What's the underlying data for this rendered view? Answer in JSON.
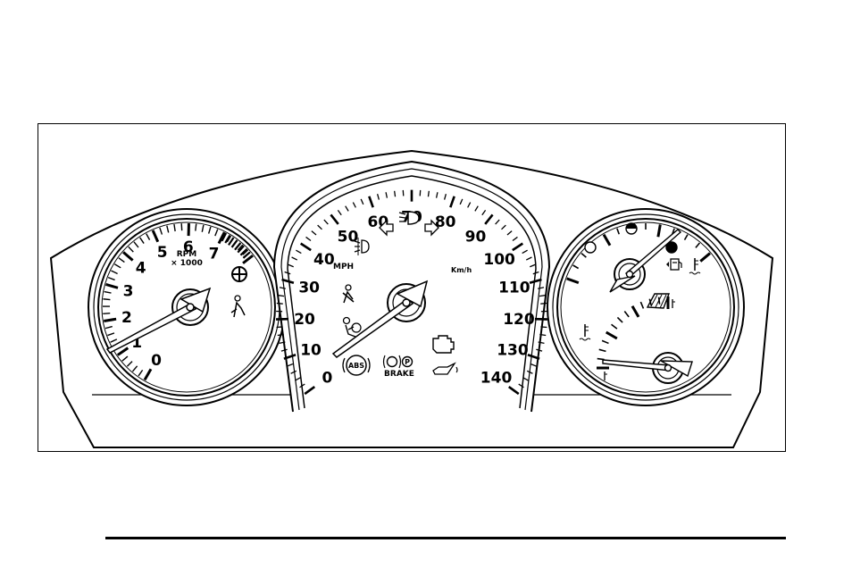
{
  "tachometer": {
    "labels": [
      "0",
      "1",
      "2",
      "3",
      "4",
      "5",
      "6",
      "7"
    ],
    "unit_line1": "RPM",
    "unit_line2": "× 1000"
  },
  "speedometer": {
    "mph_labels": [
      "0",
      "10",
      "20",
      "30",
      "40",
      "50",
      "60",
      "70",
      "80",
      "90",
      "100",
      "110",
      "120",
      "130",
      "140"
    ],
    "mph_unit": "MPH",
    "kmh_unit": "Km/h",
    "brake_label": "BRAKE",
    "abs_label": "ABS",
    "park_label": "P"
  },
  "icons": [
    "low-beam-icon",
    "turn-left-icon",
    "turn-right-icon",
    "fog-lamp-icon",
    "seatbelt-icon",
    "airbag-icon",
    "check-engine-icon",
    "oil-pressure-icon",
    "abs-icon",
    "brake-icon",
    "traction-icon",
    "security-icon",
    "fuel-icon",
    "coolant-temp-icon"
  ],
  "colors": {
    "line": "#000000",
    "background": "#ffffff"
  }
}
